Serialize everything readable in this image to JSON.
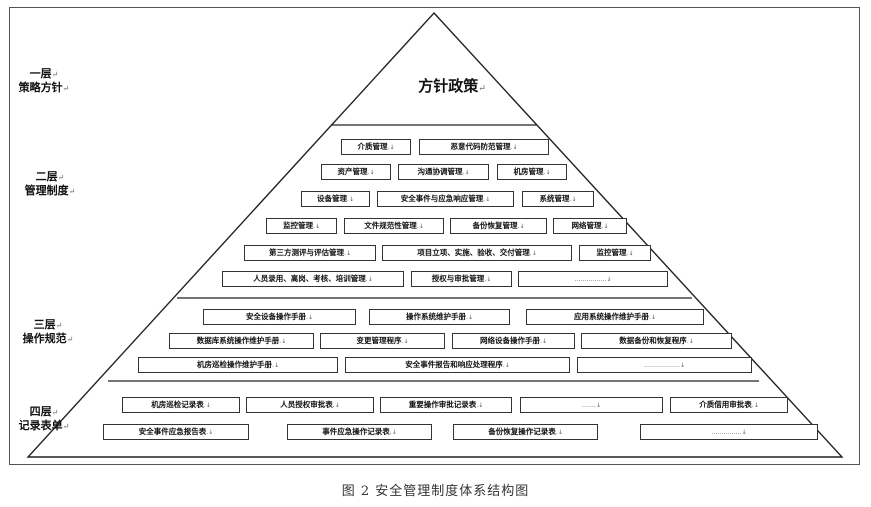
{
  "mark": "↵",
  "levels": [
    {
      "num": "一层",
      "name": "策略方针"
    },
    {
      "num": "二层",
      "name": "管理制度"
    },
    {
      "num": "三层",
      "name": "操作规范"
    },
    {
      "num": "四层",
      "name": "记录表单"
    }
  ],
  "policy": "方针政策",
  "layer2": {
    "row1": [
      "介质管理",
      "恶意代码防范管理"
    ],
    "row2": [
      "资产管理",
      "沟通协调管理",
      "机房管理"
    ],
    "row3": [
      "设备管理",
      "安全事件与应急响应管理",
      "系统管理"
    ],
    "row4": [
      "监控管理",
      "文件规范性管理",
      "备份恢复管理",
      "网络管理"
    ],
    "row5": [
      "第三方测评与评估管理",
      "项目立项、实施、验收、交付管理",
      "监控管理"
    ],
    "row6": [
      "人员录用、离岗、考核、培训管理",
      "授权与审批管理",
      "……………"
    ]
  },
  "layer3": {
    "row1": [
      "安全设备操作手册",
      "操作系统维护手册",
      "应用系统操作维护手册"
    ],
    "row2": [
      "数据库系统操作维护手册",
      "变更管理程序",
      "网络设备操作手册",
      "数据备份和恢复程序"
    ],
    "row3": [
      "机房巡检操作维护手册",
      "安全事件报告和响应处理程序",
      "………………"
    ]
  },
  "layer4": {
    "row1": [
      "机房巡检记录表",
      "人员授权审批表",
      "重要操作审批记录表",
      "……",
      "介质借用审批表"
    ],
    "row2": [
      "安全事件应急报告表",
      "事件应急操作记录表",
      "备份恢复操作记录表",
      "……………"
    ]
  },
  "caption": "图 2    安全管理制度体系结构图"
}
